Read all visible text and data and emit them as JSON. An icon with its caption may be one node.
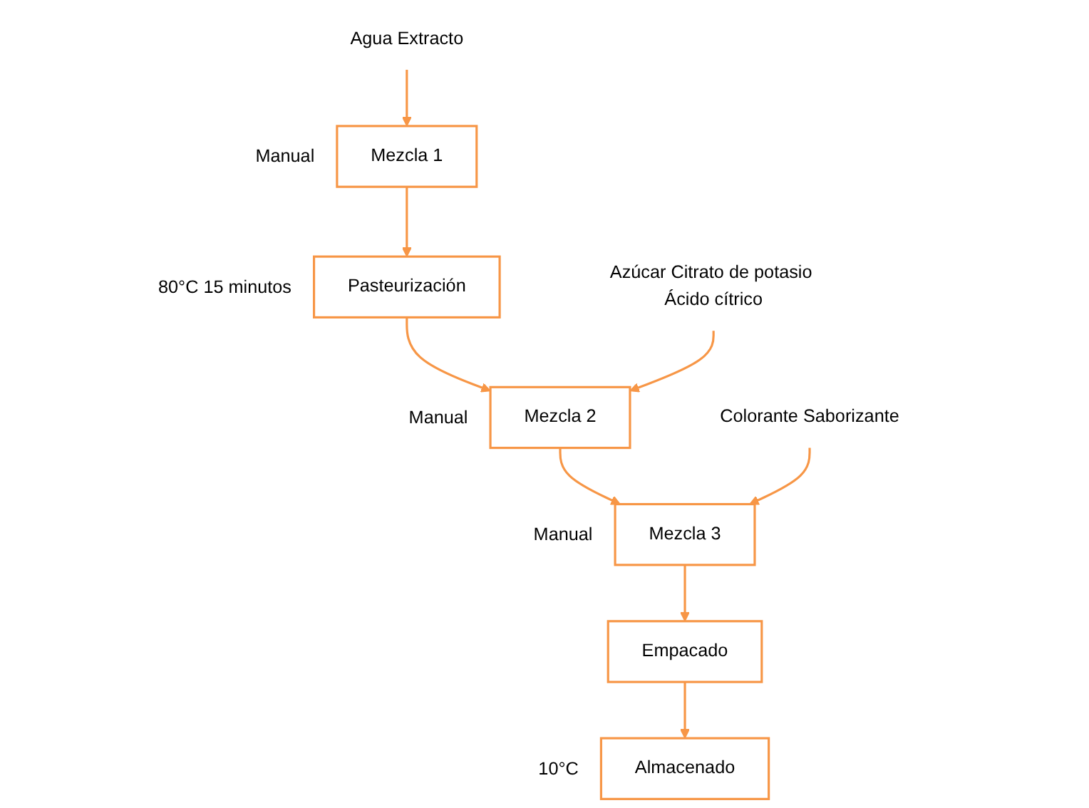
{
  "diagram": {
    "nodes": [
      {
        "text": [
          "Agua Extracto"
        ]
      },
      {
        "text": [
          "Mezcla 1"
        ],
        "beside": [
          "Manual"
        ]
      },
      {
        "text": [
          "Pasteurización"
        ],
        "beside": [
          "80°C 15 minutos"
        ]
      },
      {
        "text": [
          "Azúcar Citrato de potasio Ácido cítrico"
        ]
      },
      {
        "text": [
          "Mezcla 2"
        ],
        "beside": [
          "Manual"
        ]
      },
      {
        "text": [
          "Colorante Saborizante"
        ]
      },
      {
        "text": [
          "Mezcla 3"
        ],
        "beside": [
          "Manual"
        ]
      },
      {
        "text": [
          "Empacado"
        ]
      },
      {
        "text": [
          "Almacenado"
        ],
        "beside": [
          "10°C"
        ]
      }
    ],
    "edges": [
      {
        "from": 0,
        "to": 1,
        "arrow": "to"
      },
      {
        "from": 1,
        "to": 2,
        "arrow": "to"
      },
      {
        "from": 2,
        "to": 4,
        "arrow": "to"
      },
      {
        "from": 3,
        "to": 4,
        "arrow": "to"
      },
      {
        "from": 4,
        "to": 6,
        "arrow": "to"
      },
      {
        "from": 5,
        "to": 6,
        "arrow": "to"
      },
      {
        "from": 6,
        "to": 7,
        "arrow": "to"
      },
      {
        "from": 7,
        "to": 8,
        "arrow": "to"
      }
    ]
  }
}
